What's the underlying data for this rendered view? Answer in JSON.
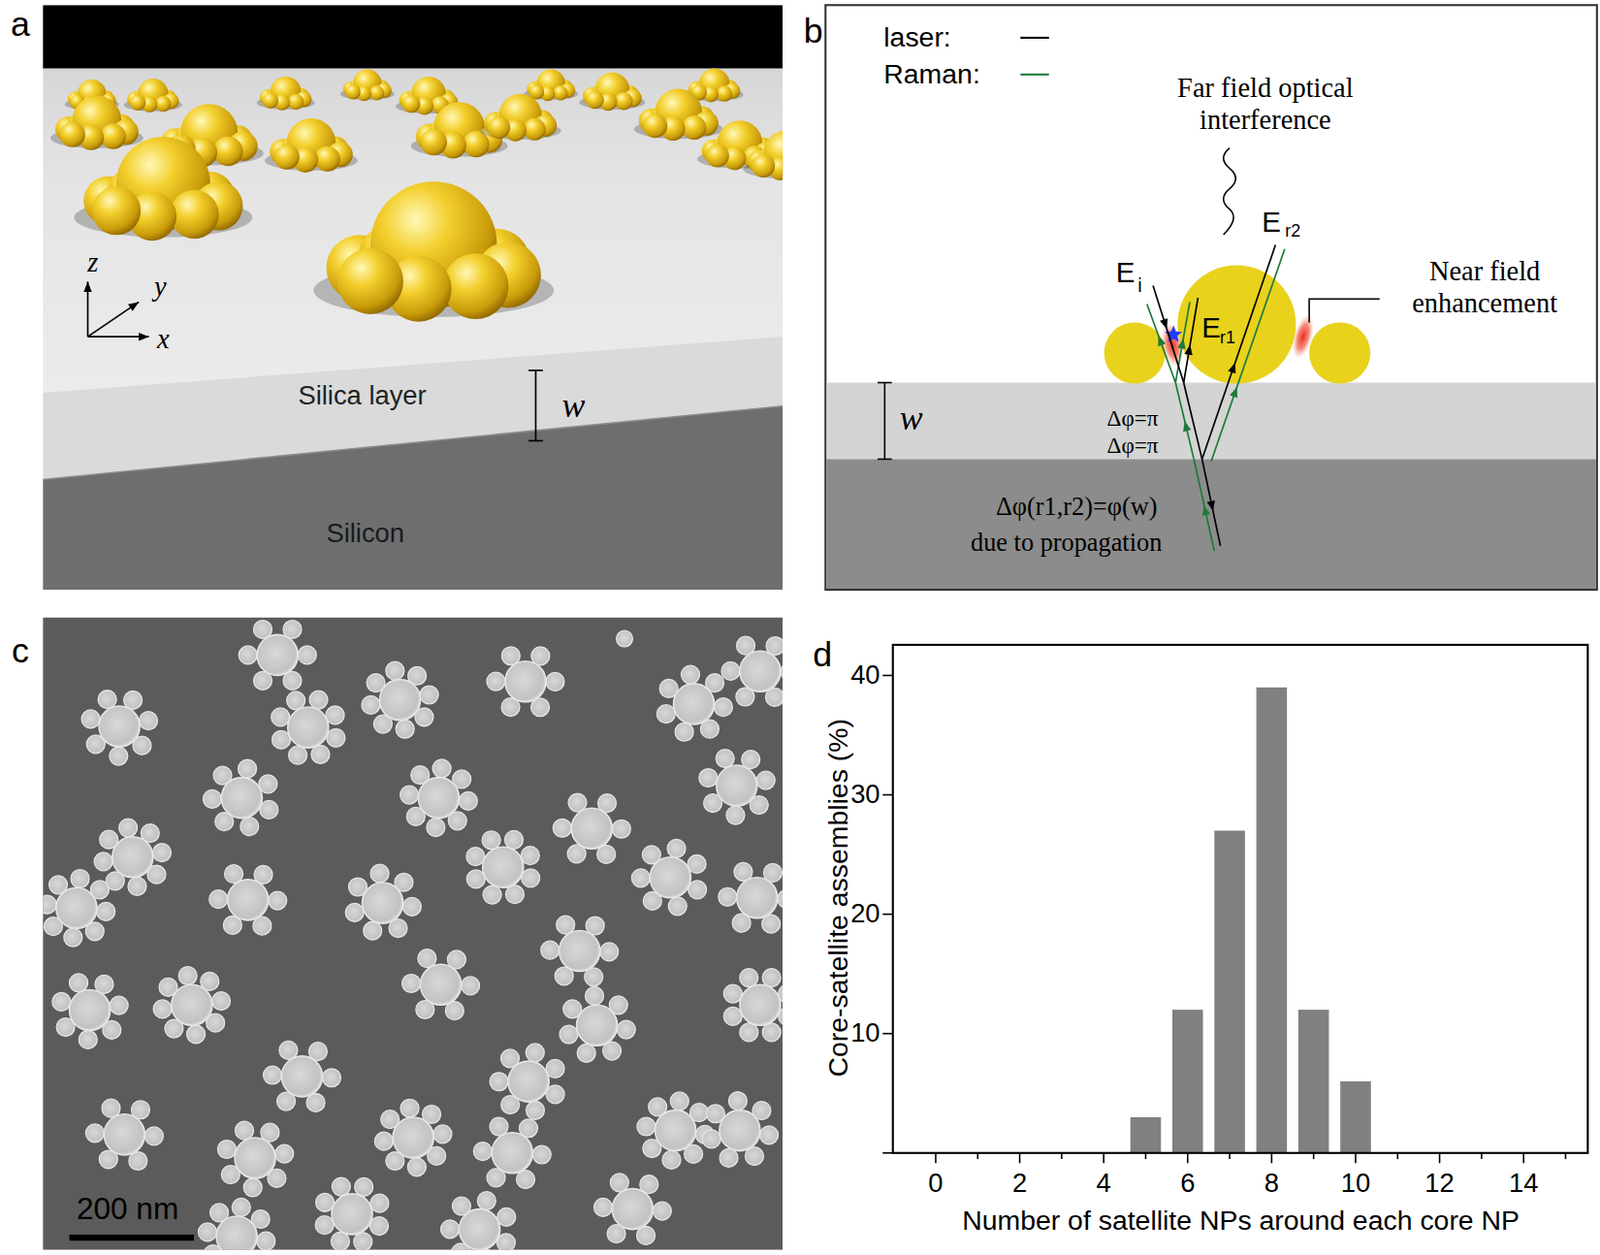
{
  "diagram": {
    "nodes": [
      {
        "text": [
          "Silica layer"
        ]
      },
      {
        "text": [
          "Silicon"
        ]
      }
    ],
    "labels": [
      "a",
      "z",
      "y",
      "x",
      "w",
      "b",
      "Far field optical interference",
      "E",
      "i",
      "E",
      "r1",
      "E",
      "r2",
      "Near field enhancement",
      "Δφ=π",
      "Δφ=π",
      "w",
      "Δφ(r1,r2)=φ(w)",
      "due to propagation",
      "c",
      "200 nm",
      "d",
      "Core-satellite assemblies (%)",
      "Number of satellite NPs around each core NP",
      "0",
      "2",
      "4",
      "6",
      "8",
      "10",
      "12",
      "14",
      "10",
      "20",
      "30",
      "40"
    ],
    "legend": [
      {
        "text": "laser:"
      },
      {
        "text": "Raman:"
      }
    ]
  }
}
